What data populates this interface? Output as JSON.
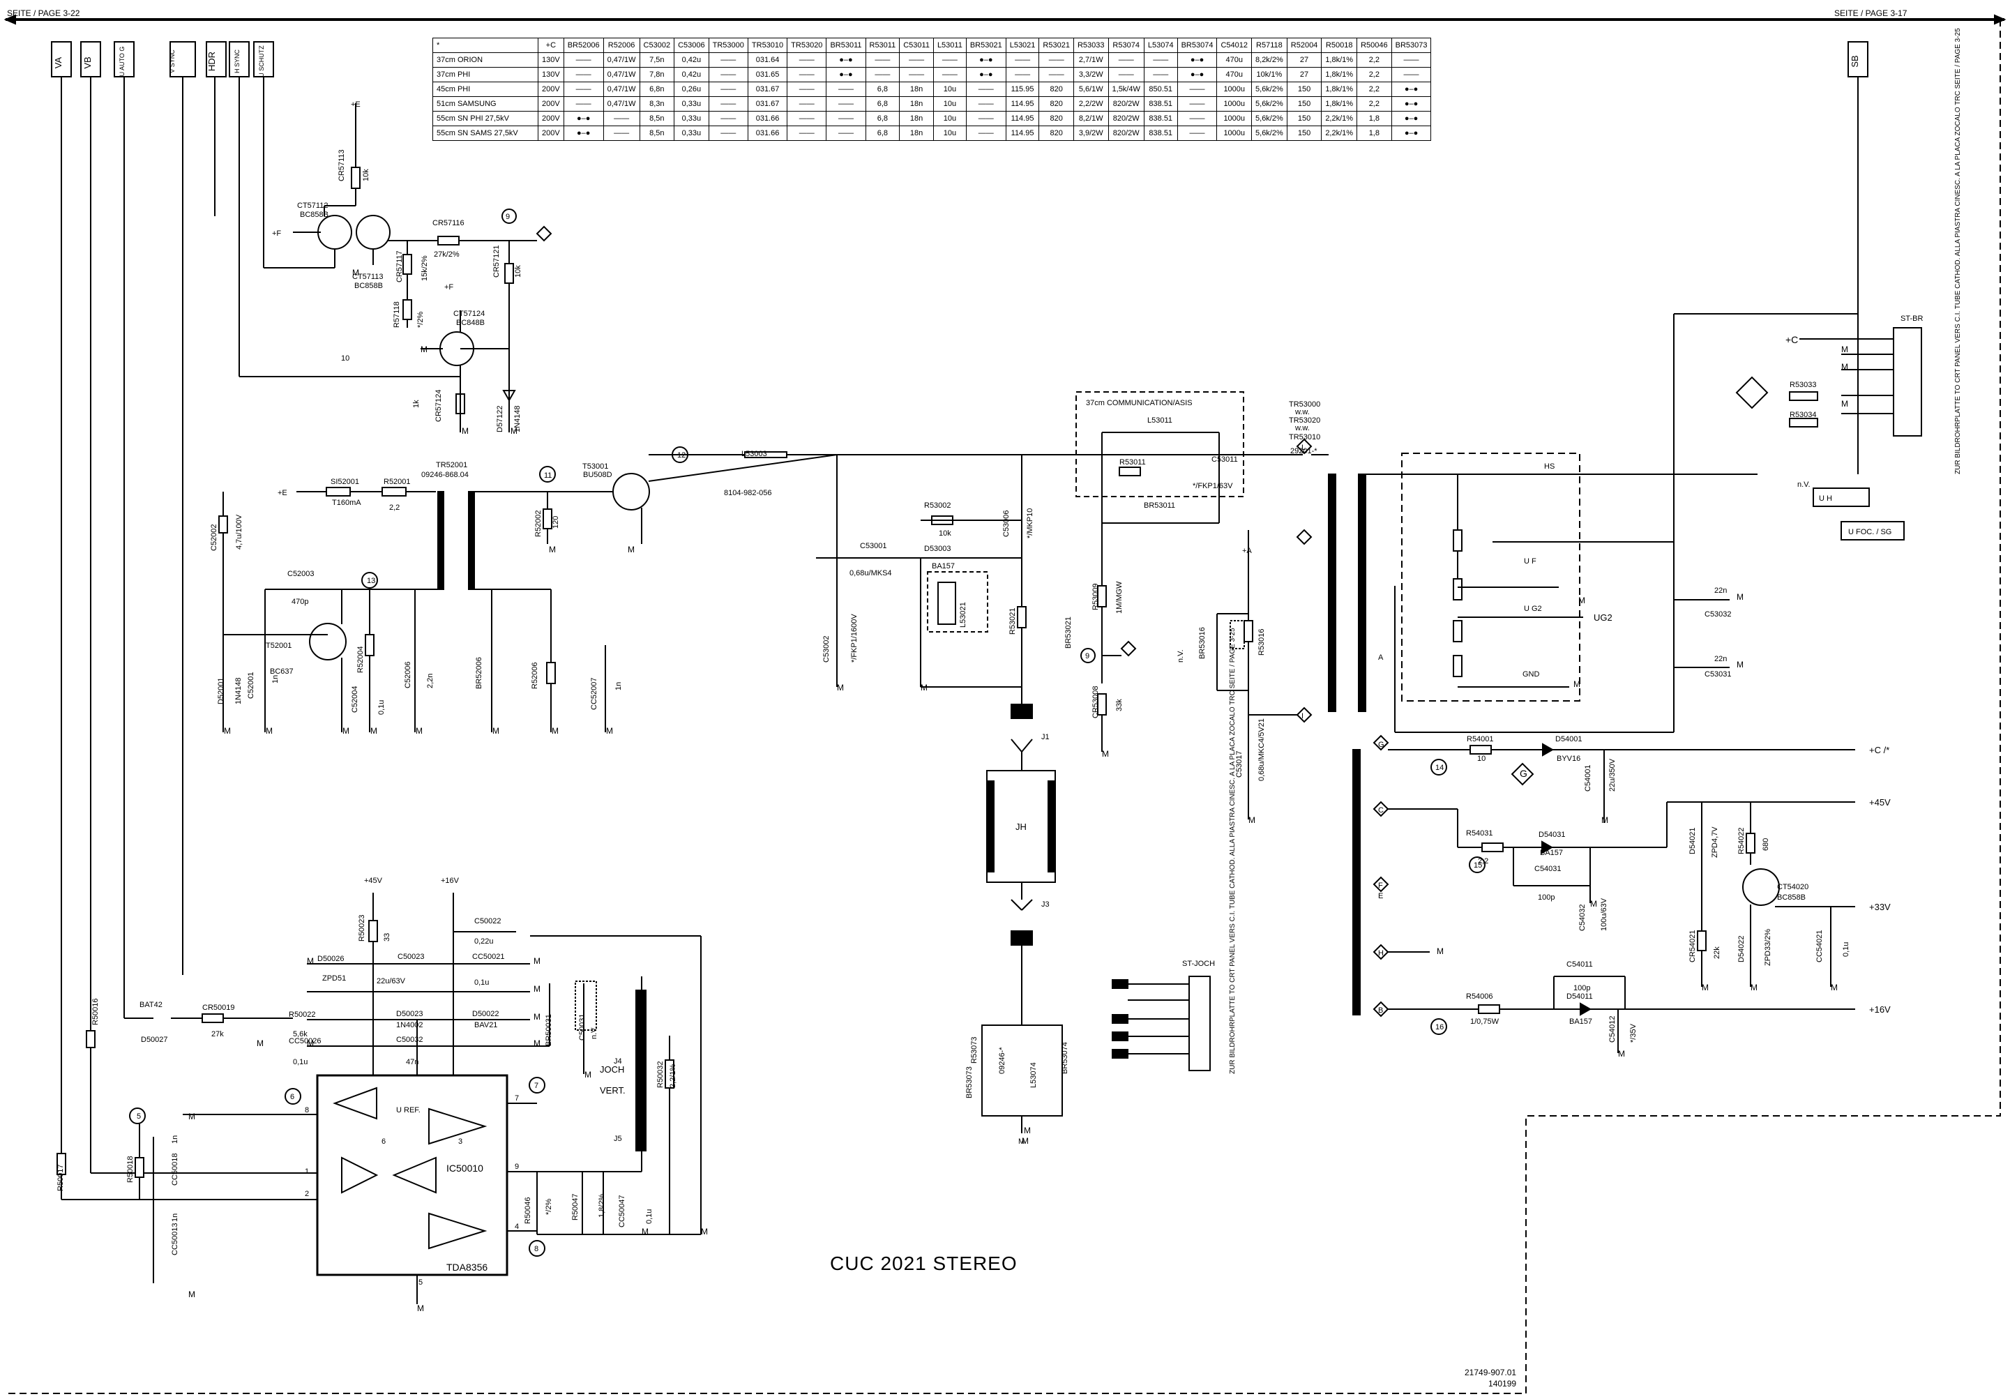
{
  "header": {
    "left_page": "SEITE / PAGE 3-22",
    "right_page": "SEITE / PAGE 3-17"
  },
  "title": "CUC 2021   STEREO",
  "doc_id": "21749-907.01",
  "doc_date": "140199",
  "variant_table": {
    "columns": [
      "*",
      "+C",
      "BR52006",
      "R52006",
      "C53002",
      "C53006",
      "TR53000",
      "TR53010",
      "TR53020",
      "BR53011",
      "R53011",
      "C53011",
      "L53011",
      "BR53021",
      "L53021",
      "R53021",
      "R53033",
      "R53074",
      "L53074",
      "BR53074",
      "C54012",
      "R57118",
      "R52004",
      "R50018",
      "R50046",
      "BR53073"
    ],
    "rows": [
      [
        "37cm ORION",
        "130V",
        "——",
        "0,47/1W",
        "7,5n",
        "0,42u",
        "——",
        "031.64",
        "——",
        "●–●",
        "——",
        "——",
        "——",
        "●–●",
        "——",
        "——",
        "2,7/1W",
        "——",
        "——",
        "●–●",
        "470u",
        "8,2k/2%",
        "27",
        "1,8k/1%",
        "2,2",
        "——"
      ],
      [
        "37cm PHI",
        "130V",
        "——",
        "0,47/1W",
        "7,8n",
        "0,42u",
        "——",
        "031.65",
        "——",
        "●–●",
        "——",
        "——",
        "——",
        "●–●",
        "——",
        "——",
        "3,3/2W",
        "——",
        "——",
        "●–●",
        "470u",
        "10k/1%",
        "27",
        "1,8k/1%",
        "2,2",
        "——"
      ],
      [
        "45cm PHI",
        "200V",
        "——",
        "0,47/1W",
        "6,8n",
        "0,26u",
        "——",
        "031.67",
        "——",
        "——",
        "6,8",
        "18n",
        "10u",
        "——",
        "115.95",
        "820",
        "5,6/1W",
        "1,5k/4W",
        "850.51",
        "——",
        "1000u",
        "5,6k/2%",
        "150",
        "1,8k/1%",
        "2,2",
        "●–●"
      ],
      [
        "51cm SAMSUNG",
        "200V",
        "——",
        "0,47/1W",
        "8,3n",
        "0,33u",
        "——",
        "031.67",
        "——",
        "——",
        "6,8",
        "18n",
        "10u",
        "——",
        "114.95",
        "820",
        "2,2/2W",
        "820/2W",
        "838.51",
        "——",
        "1000u",
        "5,6k/2%",
        "150",
        "1,8k/1%",
        "2,2",
        "●–●"
      ],
      [
        "55cm SN PHI  27,5kV",
        "200V",
        "●–●",
        "——",
        "8,5n",
        "0,33u",
        "——",
        "031.66",
        "——",
        "——",
        "6,8",
        "18n",
        "10u",
        "——",
        "114.95",
        "820",
        "8,2/1W",
        "820/2W",
        "838.51",
        "——",
        "1000u",
        "5,6k/2%",
        "150",
        "2,2k/1%",
        "1,8",
        "●–●"
      ],
      [
        "55cm SN SAMS 27,5kV",
        "200V",
        "●–●",
        "——",
        "8,5n",
        "0,33u",
        "——",
        "031.66",
        "——",
        "——",
        "6,8",
        "18n",
        "10u",
        "——",
        "114.95",
        "820",
        "3,9/2W",
        "820/2W",
        "838.51",
        "——",
        "1000u",
        "5,6k/2%",
        "150",
        "2,2k/1%",
        "1,8",
        "●–●"
      ]
    ]
  },
  "connectors_top": [
    "VA",
    "VB",
    "U AUTO G",
    "V SYNC",
    "HDR",
    "H SYNC",
    "U SCHUTZ",
    "SB"
  ],
  "labels": {
    "plusE1": "+E",
    "plusE2": "+E",
    "plusF1": "+F",
    "plusF2": "+F",
    "ct57112": "CT57112",
    "bc858b_1": "BC858B",
    "ct57113": "CT57113",
    "bc858b_2": "BC858B",
    "cr57113": "CR57113",
    "k10_1": "10k",
    "cr57116": "CR57116",
    "k27": "27k/2%",
    "cr57117": "CR57117",
    "k15": "15k/2%",
    "r57118": "R57118",
    "pct": "*/2%",
    "cr57121": "CR57121",
    "k10_2": "10k",
    "ct57124": "CT57124",
    "bc848b": "BC848B",
    "cr57124": "CR57124",
    "k1": "1k",
    "d57122": "D57122",
    "n4148_1": "1N4148",
    "n9": "9",
    "n10": "10",
    "n11": "11",
    "n12": "12",
    "n13": "13",
    "n5": "5",
    "n6": "6",
    "n7": "7",
    "n8": "8",
    "n14": "14",
    "n15": "15",
    "n16": "16",
    "n9b": "9",
    "si52001": "SI52001",
    "t160": "T160mA",
    "r52001": "R52001",
    "v22": "2,2",
    "tr52001": "TR52001",
    "tr52001_pn": "09246-868.04",
    "t53001": "T53001",
    "bu508d": "BU508D",
    "r52002": "R52002",
    "v120": "120",
    "l53003": "L53003",
    "l53003_pn": "8104-982-056",
    "c52002": "C52002",
    "c52002_v": "4,7u/100V",
    "c52003": "C52003",
    "p470": "470p",
    "t52001": "T52001",
    "bc637": "BC637",
    "r52004": "R52004",
    "d52001": "D52001",
    "n4148_2": "1N4148",
    "c52001": "C52001",
    "n1": "1n",
    "c52004": "C52004",
    "u01_1": "0,1u",
    "c52006": "C52006",
    "n22_1": "2,2n",
    "br52006": "BR52006",
    "r52006": "R52006",
    "cc52007": "CC52007",
    "n1b": "1n",
    "c53001": "C53001",
    "c53001_v": "0,68u/MKS4",
    "c53002": "C53002",
    "c53002_v": "*/FKP1/1600V",
    "r53002": "R53002",
    "k10_3": "10k",
    "d53003": "D53003",
    "ba157_1": "BA157",
    "l53021": "L53021",
    "c53006": "C53006",
    "c53006_v": "*/MKP10",
    "r53021": "R53021",
    "br53021": "BR53021",
    "comm_box": "37cm COMMUNICATION/ASIS",
    "l53011": "L53011",
    "r53011": "R53011",
    "c53011": "C53011",
    "c53011_v": "*/FKP1/63V",
    "br53011": "BR53011",
    "r53009": "R53009",
    "r53009_v": "1M/MGW",
    "cr53008": "CR53008",
    "k33": "33k",
    "tr53000": "TR53000",
    "ww1": "w.w.",
    "tr53020": "TR53020",
    "ww2": "w.w.",
    "tr53010": "TR53010",
    "tr_pn": "29201-*",
    "plusA": "+A",
    "br53016": "BR53016",
    "r53016": "R53016",
    "nv1": "n.V.",
    "c53017": "C53017",
    "c53017_v": "0,68u/MKC4/5V21",
    "j1": "J1",
    "jh": "JH",
    "j3": "J3",
    "j4": "J4",
    "j5": "J5",
    "joch": "JOCH",
    "vert": "VERT.",
    "m_jh": "M",
    "br53073": "BR53073",
    "r53073": "R53073",
    "l53074": "L53074",
    "l_pn": "09246-*",
    "br53074": "BR53074",
    "st_joch": "ST-JOCH",
    "st_joch_note": "ZUR BILDROHRPLATTE TO CRT PANEL VERS C.I. TUBE CATHOD. ALLA PIASTRA CINESC. A LA PLACA ZOCALO TRC SEITE / PAGE 3-25",
    "plus45": "+45V",
    "plus16": "+16V",
    "r50023": "R50023",
    "v33": "33",
    "d50026": "D50026",
    "zpd51": "ZPD51",
    "c50023": "C50023",
    "c50023_v": "22u/63V",
    "c50022": "C50022",
    "u022": "0,22u",
    "cc50021": "CC50021",
    "u01_2": "0,1u",
    "r50022": "R50022",
    "k56": "5,6k",
    "d50023": "D50023",
    "n4002": "1N4002",
    "d50022": "D50022",
    "bav21": "BAV21",
    "cc50026": "CC50026",
    "u01_3": "0,1u",
    "c50032": "C50032",
    "n47": "47n",
    "br50031": "BR50031",
    "c50031": "C50031",
    "nv2": "n.V.",
    "bat42": "BAT42",
    "d50027": "D50027",
    "cr50019": "CR50019",
    "k27b": "27k",
    "r50016": "R50016",
    "r50017": "R50017",
    "r50018": "R50018",
    "cc50018": "CC50018",
    "n1c": "1n",
    "cc50013": "CC50013",
    "n1d": "1n",
    "ic50010": "IC50010",
    "tda8356": "TDA8356",
    "uref": "U REF.",
    "r50032": "R50032",
    "r50032_v": "2,2/1%",
    "r50046": "R50046",
    "r50046_v": "*/2%",
    "r50047": "R50047",
    "r50047_v": "1,8/2%",
    "cc50047": "CC50047",
    "u01_4": "0,1u",
    "p1": "1",
    "p2": "2",
    "p3": "3",
    "p4": "4",
    "p5": "5",
    "p6": "6",
    "p7": "7",
    "p8": "8",
    "p9": "9",
    "hs": "HS",
    "uf": "U F",
    "ug2": "U G2",
    "ug2_out": "UG2",
    "gnd": "GND",
    "c53032": "C53032",
    "n22a": "22n",
    "c53031": "C53031",
    "n22b": "22n",
    "st_br": "ST-BR",
    "plusC": "+C",
    "r53033": "R53033",
    "r53034": "R53034",
    "nv3": "n.V.",
    "st_br_note": "ZUR BILDROHRPLATTE TO CRT PANEL VERS C.I. TUBE CATHOD. ALLA PIASTRA CINESC. A LA PLACA ZOCALO TRC SEITE / PAGE 3-25",
    "uh": "U H",
    "foc": "U FOC. / SG",
    "r54001": "R54001",
    "v10": "10",
    "d54001": "D54001",
    "byv16": "BYV16",
    "c54001": "C54001",
    "c54001_v": "22u/350V",
    "plusC2": "+C /*",
    "plus45b": "+45V",
    "r54031": "R54031",
    "v22b": "2,2",
    "d54031": "D54031",
    "ba157_2": "BA157",
    "c54031": "C54031",
    "p100a": "100p",
    "c54032": "C54032",
    "c54032_v": "100u/63V",
    "d54021": "D54021",
    "zpd47": "ZPD4,7V",
    "r54022": "R54022",
    "v680": "680",
    "ct54020": "CT54020",
    "bc858b_3": "BC858B",
    "plus33": "+33V",
    "cr54021": "CR54021",
    "k22": "22k",
    "d54022": "D54022",
    "zpd33": "ZPD33/2%",
    "cc54021": "CC54021",
    "u01_5": "0,1u",
    "r54006": "R54006",
    "r54006_v": "1/0,75W",
    "c54011": "C54011",
    "p100b": "100p",
    "d54011": "D54011",
    "ba157_3": "BA157",
    "c54012": "C54012",
    "c54012_v": "*/35V",
    "plus16b": "+16V",
    "node_g": "G",
    "node_f": "F",
    "tA": "A",
    "tB": "B",
    "tC": "C",
    "tE": "E",
    "tF": "F",
    "tG": "G",
    "tH": "H",
    "tI": "I",
    "tL": "L",
    "m": "M"
  }
}
